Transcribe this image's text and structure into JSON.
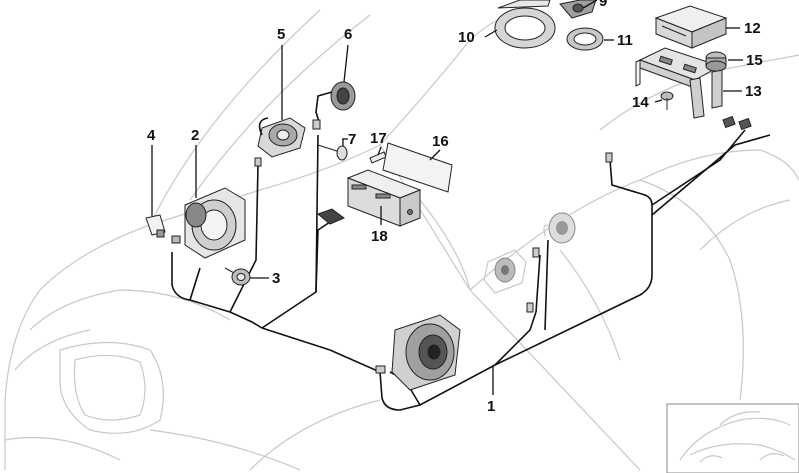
{
  "diagram": {
    "callouts": {
      "c1": "1",
      "c2": "2",
      "c3": "3",
      "c4": "4",
      "c5": "5",
      "c6": "6",
      "c7": "7",
      "c9": "9",
      "c10": "10",
      "c11": "11",
      "c12": "12",
      "c13": "13",
      "c14": "14",
      "c15": "15",
      "c16": "16",
      "c17": "17",
      "c18": "18"
    }
  }
}
